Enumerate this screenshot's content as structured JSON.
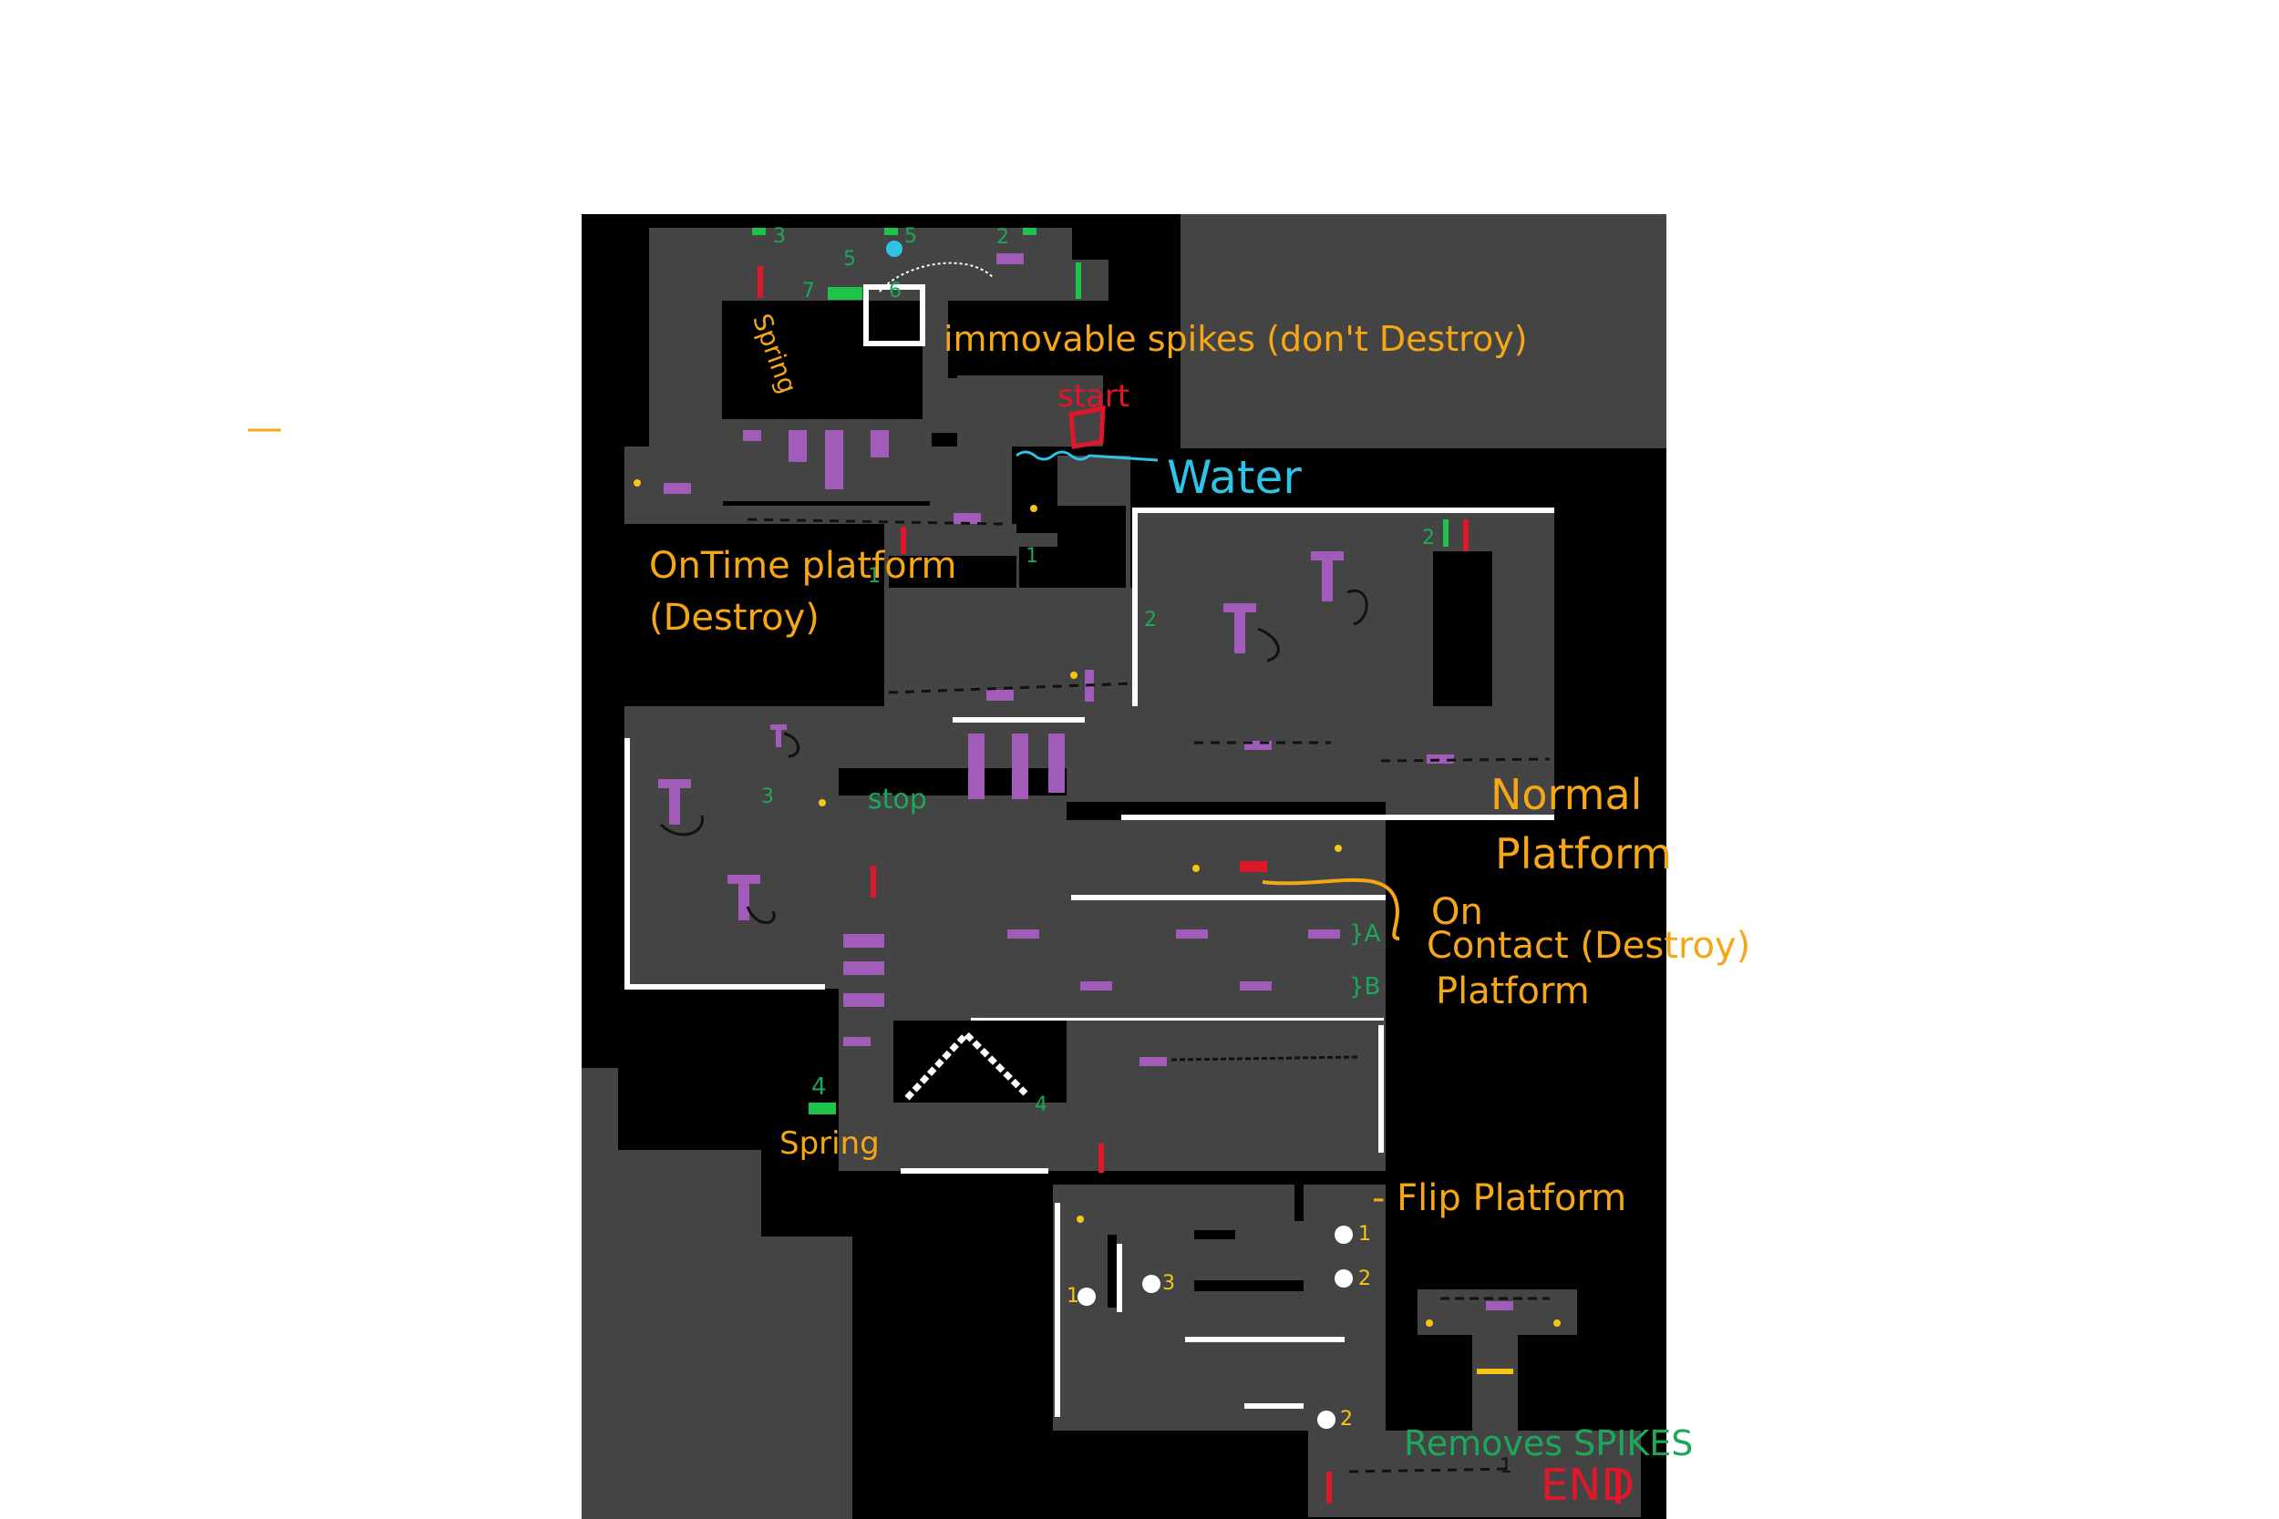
{
  "annotations": {
    "spring_top": "Spring",
    "immovable_spikes": "immovable spikes (don't Destroy)",
    "start": "start",
    "water": "Water",
    "ontime_platform_line1": "OnTime platform",
    "ontime_platform_line2": "(Destroy)",
    "stop": "stop",
    "normal_platform_line1": "Normal",
    "normal_platform_line2": "Platform",
    "oncontact_line1": "On",
    "oncontact_line2": "Contact (Destroy)",
    "oncontact_line3": "Platform",
    "spring_bottom": "Spring",
    "flip_platform": "- Flip Platform",
    "removes_spikes": "Removes SPIKES",
    "end": "END"
  },
  "markers": {
    "top_1": "3",
    "top_2": "5",
    "top_3": "2",
    "top_4": "5",
    "top_5": "6",
    "top_6": "7",
    "mid_1": "1",
    "mid_2": "2",
    "mid_3": "3",
    "mid_4": "1",
    "mid_5": "2",
    "row_a": "}A",
    "row_b": "}B",
    "left_4": "4",
    "right_4": "4",
    "ball_1": "1",
    "ball_2": "2",
    "ball_3": "1",
    "ball_4": "3",
    "ball_5": "2",
    "end_1": "1"
  },
  "colors": {
    "void": "#000000",
    "floor": "#444444",
    "wall_edge": "#ffffff",
    "platform": "#a05cb8",
    "spike": "#e0162b",
    "spring": "#1fc24a",
    "water_note": "#2ec4e6",
    "note": "#f5a716"
  },
  "legend_icons": [
    "spring-icon",
    "spike-icon",
    "platform-icon",
    "turret-icon",
    "ball-icon",
    "gem-icon"
  ]
}
